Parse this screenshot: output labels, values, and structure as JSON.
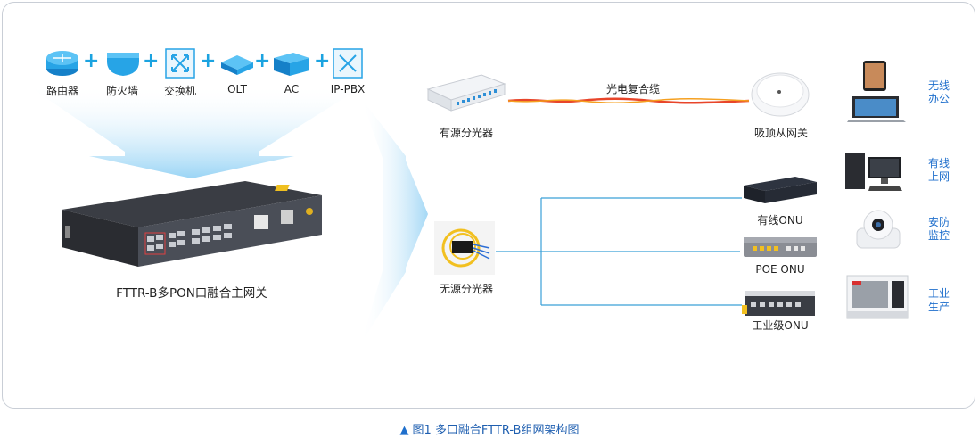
{
  "devices_top": [
    {
      "label": "路由器",
      "icon": "router-icon"
    },
    {
      "label": "防火墙",
      "icon": "firewall-icon"
    },
    {
      "label": "交换机",
      "icon": "switch-icon"
    },
    {
      "label": "OLT",
      "icon": "olt-icon"
    },
    {
      "label": "AC",
      "icon": "ac-icon"
    },
    {
      "label": "IP-PBX",
      "icon": "pbx-icon"
    }
  ],
  "gateway": {
    "label": "FTTR-B多PON口融合主网关"
  },
  "active_splitter": {
    "label": "有源分光器"
  },
  "passive_splitter": {
    "label": "无源分光器"
  },
  "cable": {
    "label": "光电复合缆"
  },
  "ceiling_ap": {
    "label": "吸顶从网关"
  },
  "onus": [
    {
      "label": "有线ONU"
    },
    {
      "label": "POE ONU"
    },
    {
      "label": "工业级ONU"
    }
  ],
  "scenarios": [
    {
      "line1": "无线",
      "line2": "办公"
    },
    {
      "line1": "有线",
      "line2": "上网"
    },
    {
      "line1": "安防",
      "line2": "监控"
    },
    {
      "line1": "工业",
      "line2": "生产"
    }
  ],
  "caption": {
    "triangle": "▲",
    "text": "图1  多口融合FTTR-B组网架构图"
  },
  "colors": {
    "accent": "#1ba3e0",
    "caption": "#1f5fb0",
    "cable": "#e8452a",
    "line": "#3aa0d8"
  }
}
